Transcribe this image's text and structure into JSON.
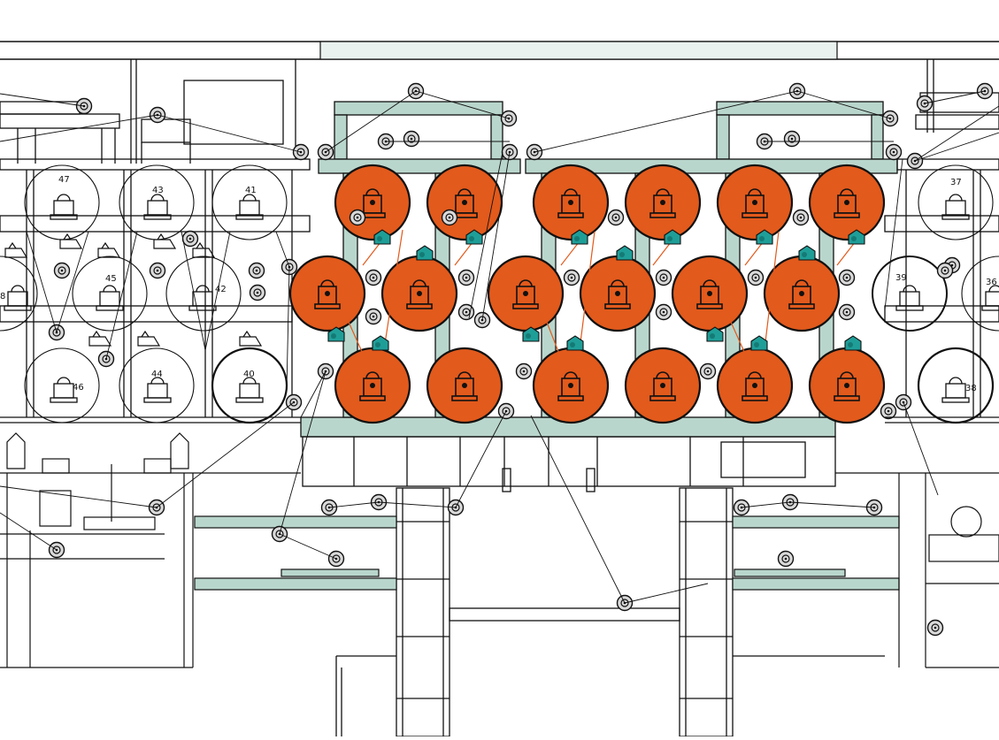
{
  "colors": {
    "background": "#ffffff",
    "line": "#111111",
    "frame_fill": "#b9d6cc",
    "roller_fill": "#e25a1c",
    "motor_fill": "#1f9e98",
    "belt": "#e25a1c"
  },
  "cylinder_labels": {
    "c47": "47",
    "c43": "43",
    "c41": "41",
    "c45": "45",
    "c48": "8",
    "c42": "42",
    "c46": "46",
    "c44": "44",
    "c40": "40",
    "c37": "37",
    "c39": "39",
    "c36": "36",
    "c38": "38"
  }
}
